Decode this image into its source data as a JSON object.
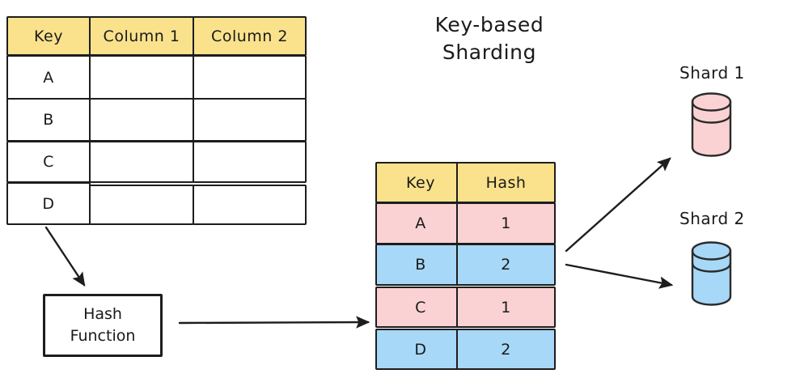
{
  "title": {
    "line1": "Key-based",
    "line2": "Sharding"
  },
  "colors": {
    "header_yellow": "#FAE28C",
    "shard1_pink": "#FBD2D4",
    "shard2_blue": "#A7D8F7",
    "stroke": "#1d1d1d",
    "background": "#ffffff"
  },
  "source_table": {
    "name": "source-data-table",
    "headers": [
      "Key",
      "Column 1",
      "Column 2"
    ],
    "rows": [
      {
        "key": "A",
        "column_1": "",
        "column_2": ""
      },
      {
        "key": "B",
        "column_1": "",
        "column_2": ""
      },
      {
        "key": "C",
        "column_1": "",
        "column_2": ""
      },
      {
        "key": "D",
        "column_1": "",
        "column_2": ""
      }
    ]
  },
  "hash_function": {
    "line1": "Hash",
    "line2": "Function"
  },
  "hash_table": {
    "name": "key-hash-mapping-table",
    "headers": [
      "Key",
      "Hash"
    ],
    "rows": [
      {
        "key": "A",
        "hash": "1",
        "color": "pink"
      },
      {
        "key": "B",
        "hash": "2",
        "color": "blue"
      },
      {
        "key": "C",
        "hash": "1",
        "color": "pink"
      },
      {
        "key": "D",
        "hash": "2",
        "color": "blue"
      }
    ]
  },
  "shards": [
    {
      "label": "Shard 1",
      "color": "#FBD2D4",
      "icon": "database-cylinder-icon"
    },
    {
      "label": "Shard 2",
      "color": "#A7D8F7",
      "icon": "database-cylinder-icon"
    }
  ],
  "arrows": [
    {
      "name": "arrow-source-table-to-hash-function"
    },
    {
      "name": "arrow-hash-function-to-hash-table"
    },
    {
      "name": "arrow-hash-table-to-shard-1"
    },
    {
      "name": "arrow-hash-table-to-shard-2"
    }
  ]
}
